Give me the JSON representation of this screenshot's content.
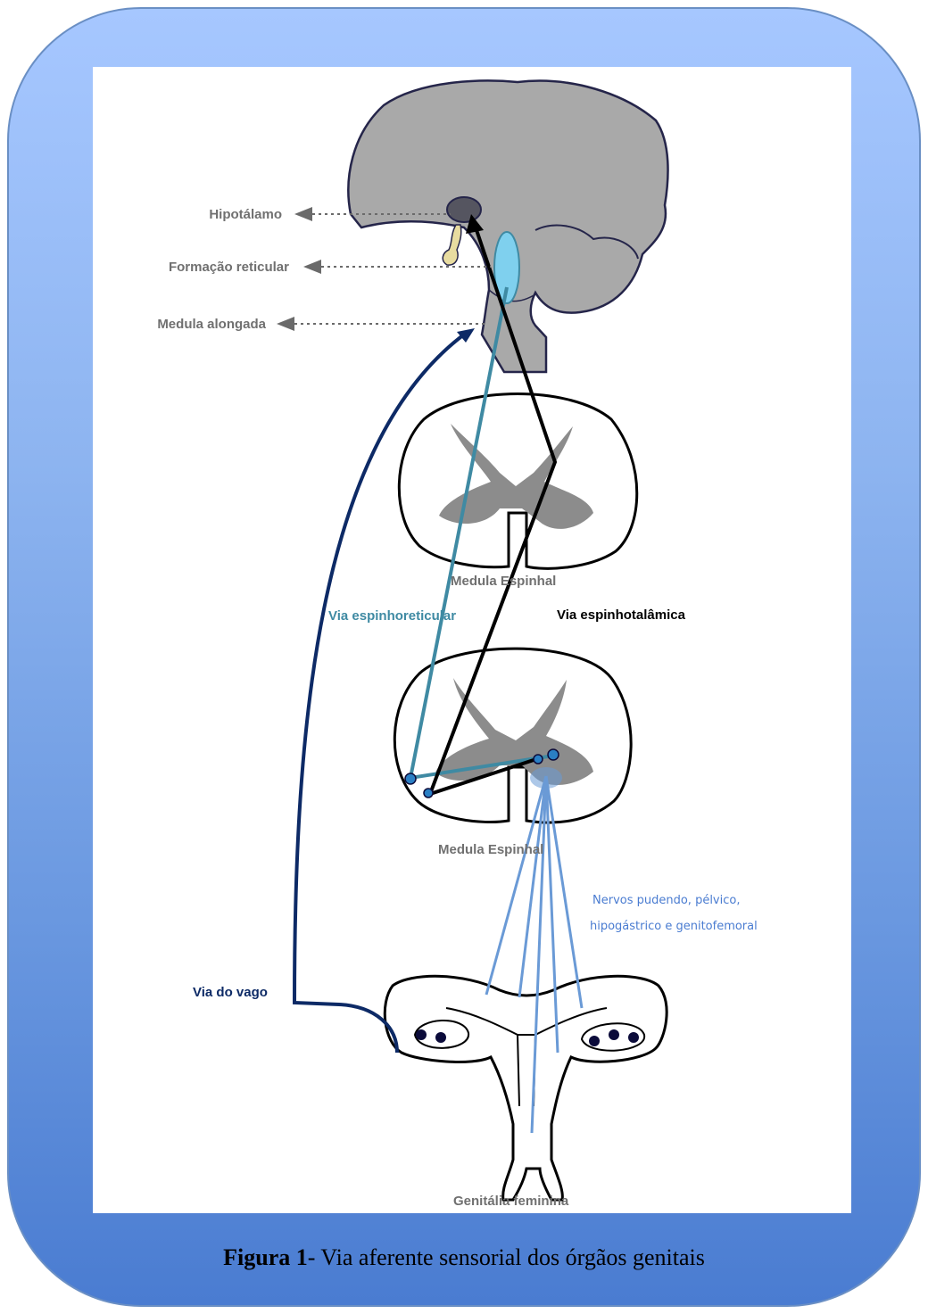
{
  "labels": {
    "hipotalamo": "Hipotálamo",
    "formacao_reticular": "Formação reticular",
    "medula_alongada": "Medula alongada",
    "medula_espinhal_top": "Medula Espinhal",
    "medula_espinhal_bottom": "Medula Espinhal",
    "via_espinhoreticular": "Via espinhoreticular",
    "via_espinhotalamica": "Via espinhotalâmica",
    "nervos_line1": "Nervos pudendo, pélvico,",
    "nervos_line2": "hipogástrico e genitofemoral",
    "via_do_vago": "Via do vago",
    "genitalia": "Genitália feminina"
  },
  "caption": {
    "label": "Figura 1",
    "text": "- Via aferente sensorial dos órgãos genitais"
  },
  "colors": {
    "vagus": "#0d2a66",
    "spinoreticular": "#3f8aa3",
    "spinothalamic": "#000000",
    "nerves": "#6a9ad6",
    "brain": "#a9a9a9",
    "gray_matter": "#8c8c8c",
    "reticular": "#7fd0ee",
    "label_gray": "#707070"
  }
}
